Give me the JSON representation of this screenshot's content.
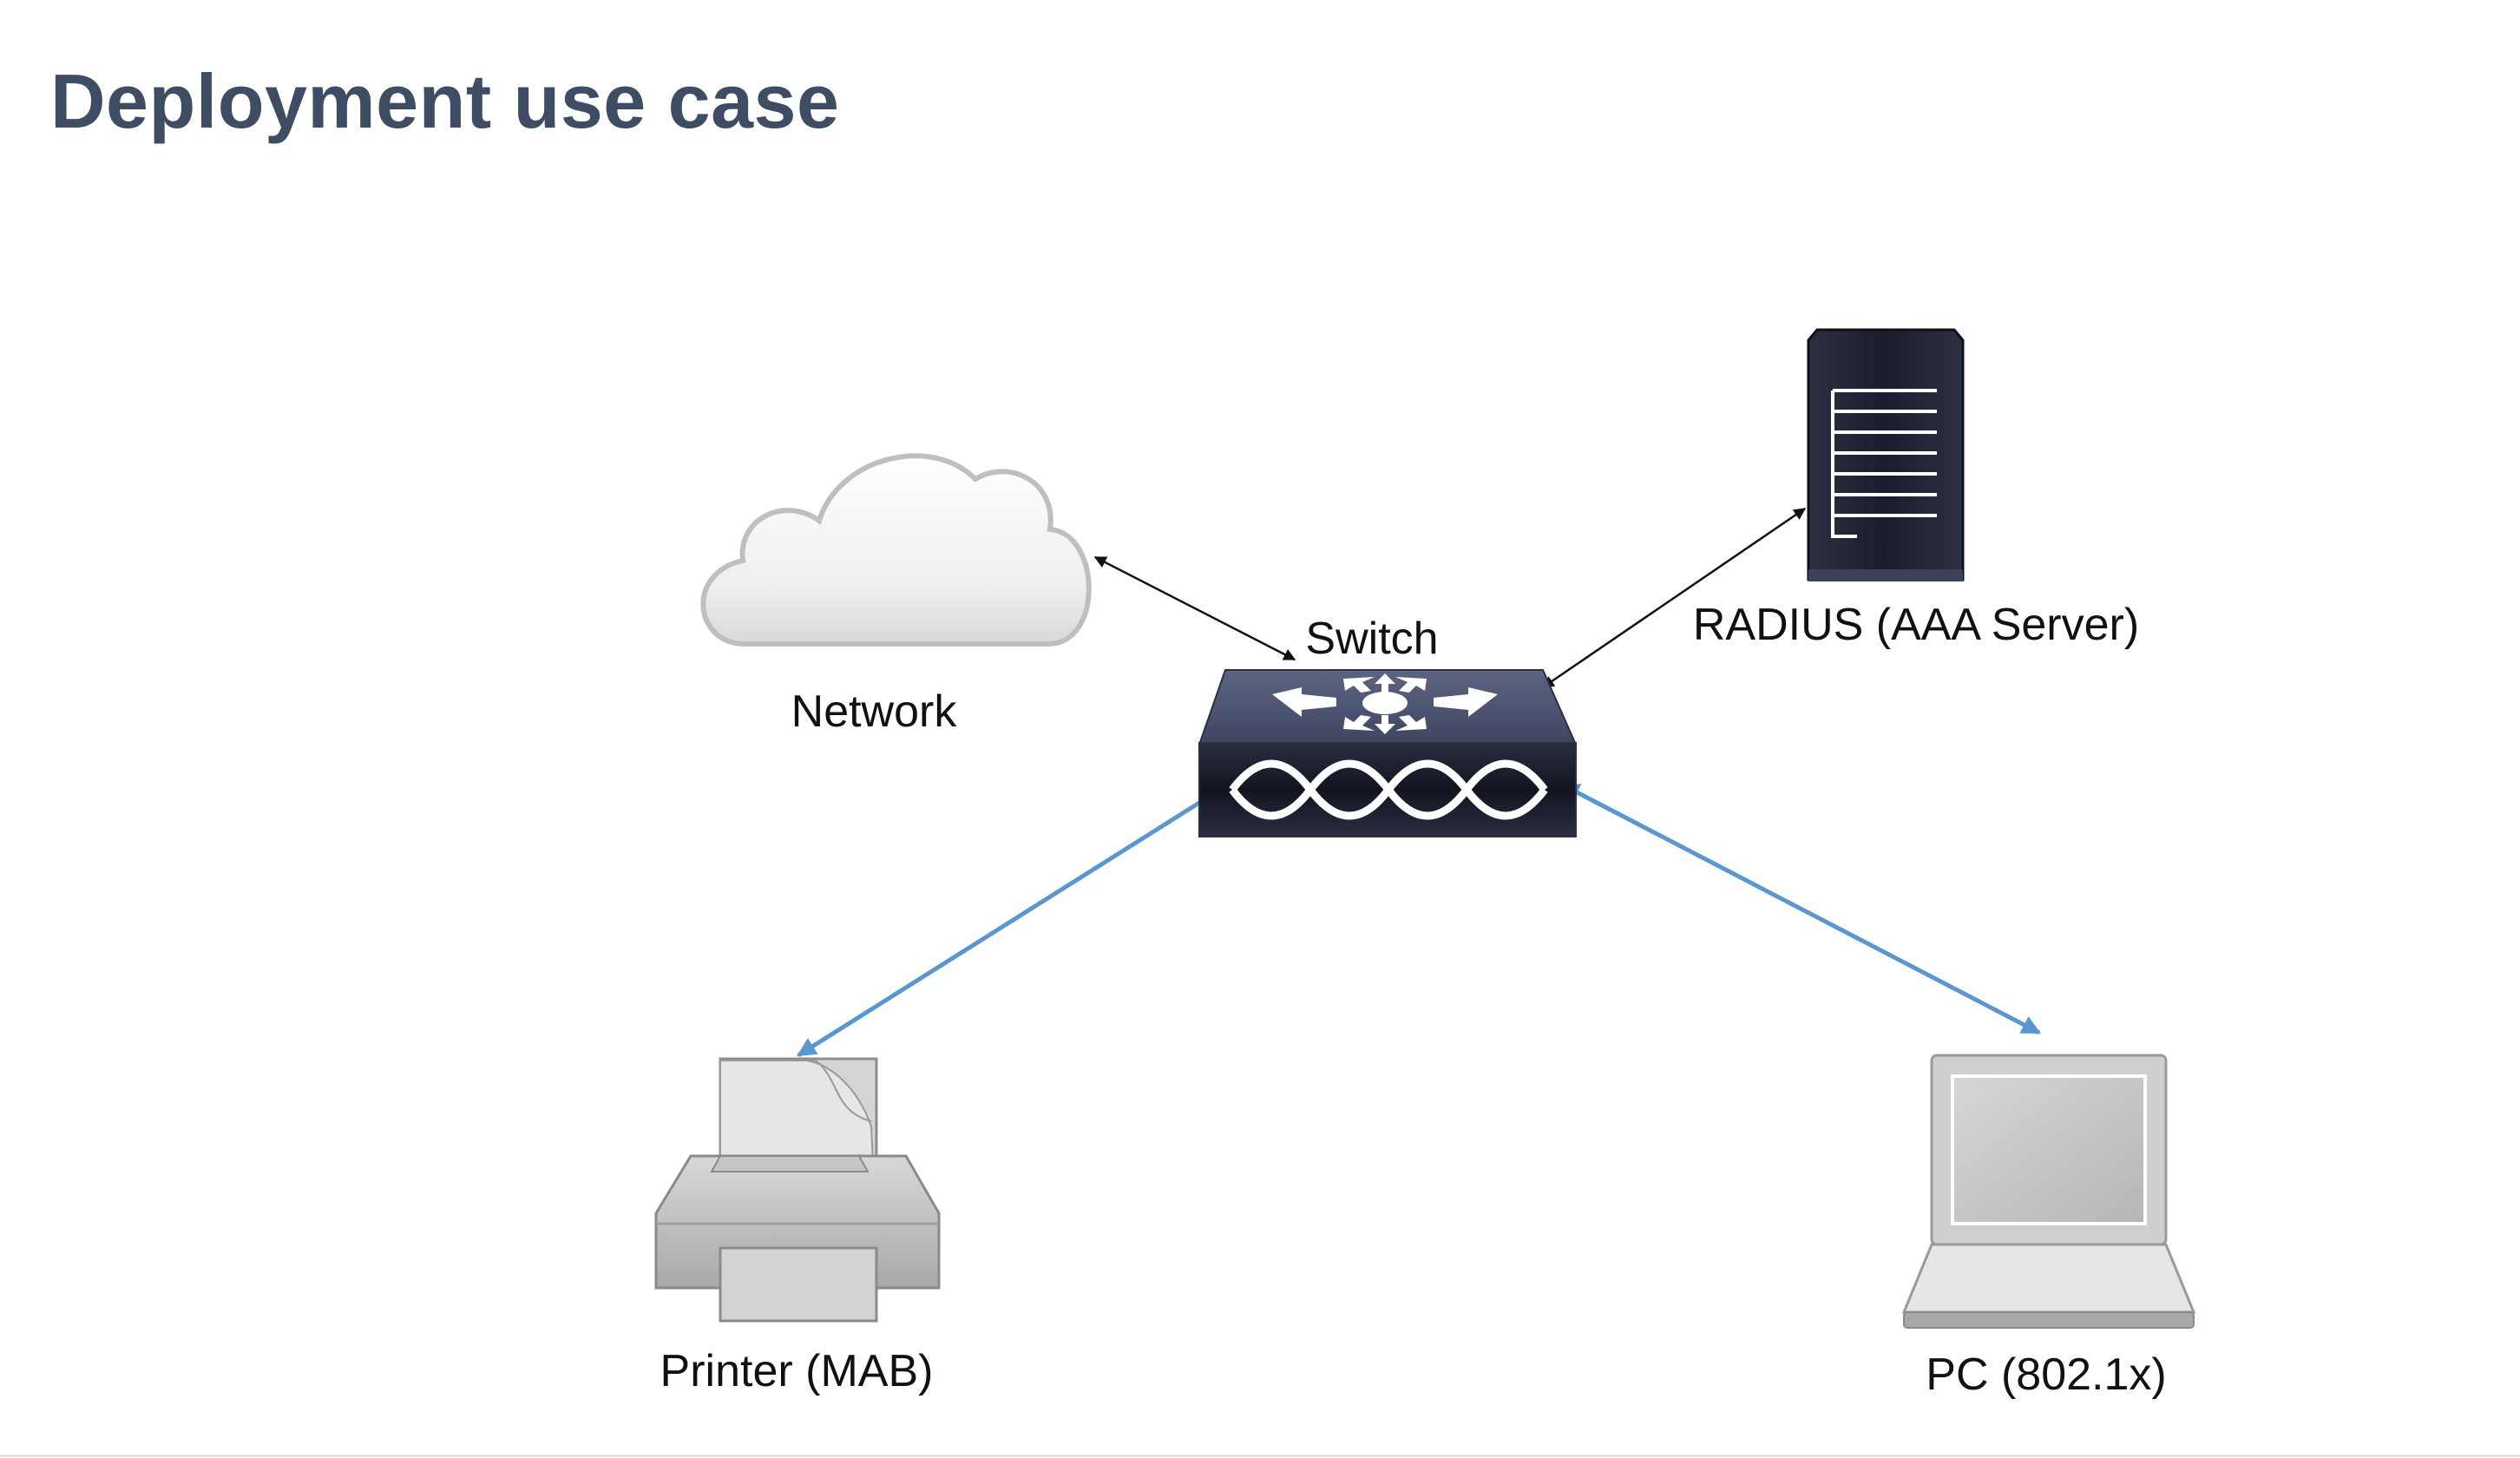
{
  "title": "Deployment use case",
  "colors": {
    "title": "#3e4d63",
    "wired_link": "#5b97cf",
    "control_link": "#111111",
    "device_dark": "#3a3f55",
    "device_gray": "#bdbdbd"
  },
  "nodes": {
    "network": {
      "label": "Network",
      "icon": "cloud-icon"
    },
    "switch": {
      "label": "Switch",
      "icon": "switch-icon"
    },
    "radius": {
      "label": "RADIUS (AAA Server)",
      "icon": "server-icon"
    },
    "printer": {
      "label": "Printer (MAB)",
      "icon": "printer-icon"
    },
    "pc": {
      "label": "PC (802.1x)",
      "icon": "laptop-icon"
    }
  },
  "links": [
    {
      "from": "network",
      "to": "switch",
      "style": "control"
    },
    {
      "from": "switch",
      "to": "radius",
      "style": "control"
    },
    {
      "from": "switch",
      "to": "printer",
      "style": "wired"
    },
    {
      "from": "switch",
      "to": "pc",
      "style": "wired"
    }
  ]
}
